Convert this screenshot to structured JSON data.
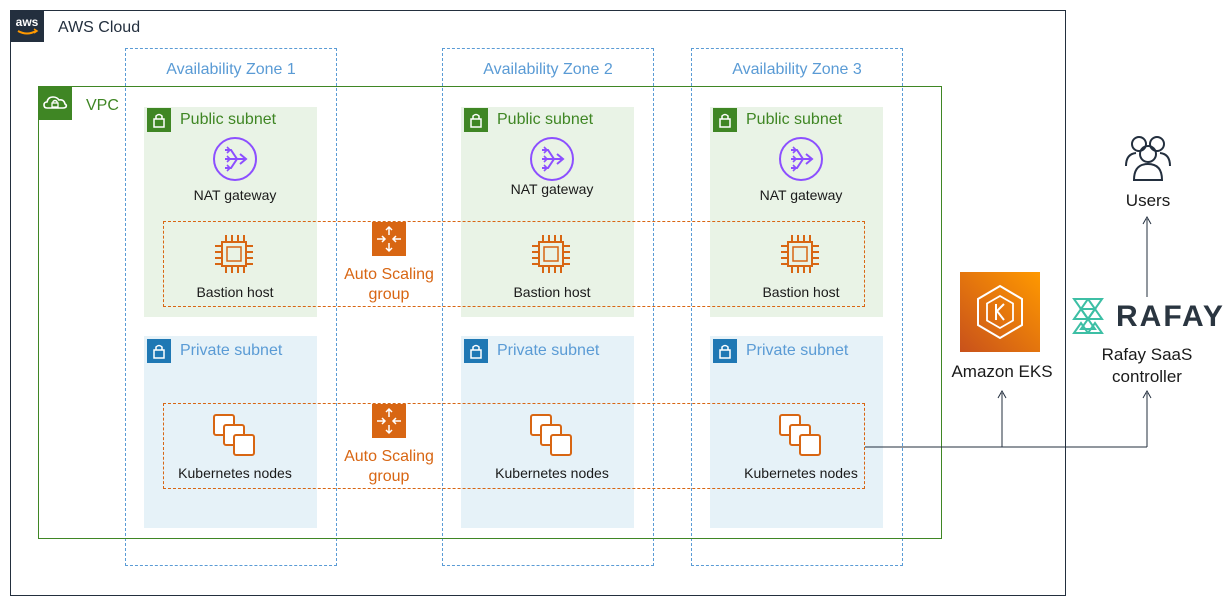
{
  "cloud": {
    "title": "AWS Cloud",
    "logo_text": "aws"
  },
  "zones": [
    {
      "label": "Availability Zone 1"
    },
    {
      "label": "Availability Zone 2"
    },
    {
      "label": "Availability Zone 3"
    }
  ],
  "vpc": {
    "label": "VPC"
  },
  "public_subnets": [
    {
      "label": "Public subnet",
      "nat": "NAT gateway",
      "host": "Bastion host"
    },
    {
      "label": "Public subnet",
      "nat": "NAT gateway",
      "host": "Bastion host"
    },
    {
      "label": "Public subnet",
      "nat": "NAT gateway",
      "host": "Bastion host"
    }
  ],
  "private_subnets": [
    {
      "label": "Private subnet",
      "nodes": "Kubernetes nodes"
    },
    {
      "label": "Private subnet",
      "nodes": "Kubernetes nodes"
    },
    {
      "label": "Private subnet",
      "nodes": "Kubernetes nodes"
    }
  ],
  "asg": [
    {
      "line1": "Auto Scaling",
      "line2": "group"
    },
    {
      "line1": "Auto Scaling",
      "line2": "group"
    }
  ],
  "eks": {
    "label": "Amazon EKS"
  },
  "rafay": {
    "logo_text": "RAFAY",
    "line1": "Rafay SaaS",
    "line2": "controller"
  },
  "users": {
    "label": "Users"
  },
  "colors": {
    "aws_dark": "#232f3e",
    "vpc_green": "#3f8624",
    "az_blue": "#5a9bd5",
    "compute_orange": "#d86613",
    "nat_purple": "#8c4fff",
    "rafay_teal": "#3dbfa5"
  }
}
